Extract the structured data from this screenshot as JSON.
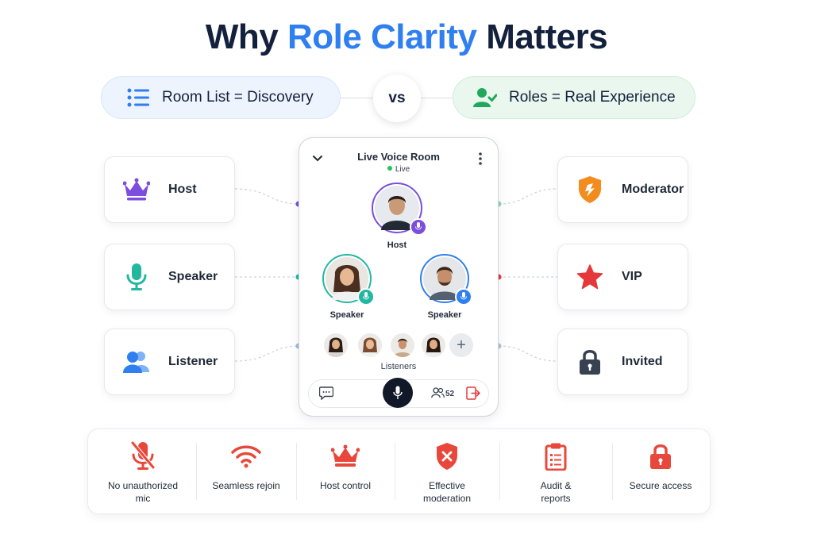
{
  "header": {
    "title_accent": "Role Clarity",
    "title_prefix": "Why",
    "title_suffix": "Matters"
  },
  "comparison": {
    "left_label": "Room List = Discovery",
    "vs_label": "vs",
    "right_label": "Roles = Real Experience"
  },
  "roles_left": [
    {
      "label": "Host",
      "icon": "crown-icon",
      "color": "#7c4dde"
    },
    {
      "label": "Speaker",
      "icon": "microphone-icon",
      "color": "#22b8a0"
    },
    {
      "label": "Listener",
      "icon": "users-icon",
      "color": "#2f7ff0"
    }
  ],
  "roles_right": [
    {
      "label": "Moderator",
      "icon": "shield-icon",
      "color": "#f28c1e"
    },
    {
      "label": "VIP",
      "icon": "star-icon",
      "color": "#e5383b"
    },
    {
      "label": "Invited",
      "icon": "lock-icon",
      "color": "#374151"
    }
  ],
  "phone": {
    "title": "Live Voice Room",
    "status": "Live",
    "host_label": "Host",
    "speaker1_label": "Speaker",
    "speaker2_label": "Speaker",
    "listeners_label": "Listeners",
    "plus_label": "+",
    "participant_count": "52"
  },
  "benefits": [
    {
      "label": "No unauthorized mic",
      "icon": "mic-off-icon"
    },
    {
      "label": "Seamless rejoin",
      "icon": "wifi-icon"
    },
    {
      "label": "Host control",
      "icon": "crown-icon"
    },
    {
      "label": "Effective moderation",
      "icon": "shield-x-icon"
    },
    {
      "label": "Audit & reports",
      "icon": "clipboard-icon"
    },
    {
      "label": "Secure access",
      "icon": "lock-icon"
    }
  ],
  "colors": {
    "navy": "#14213d",
    "accent_blue": "#2f7ff0",
    "benefit_red": "#e8483b",
    "host_purple": "#7c4dde",
    "speaker_green": "#22b8a0"
  }
}
